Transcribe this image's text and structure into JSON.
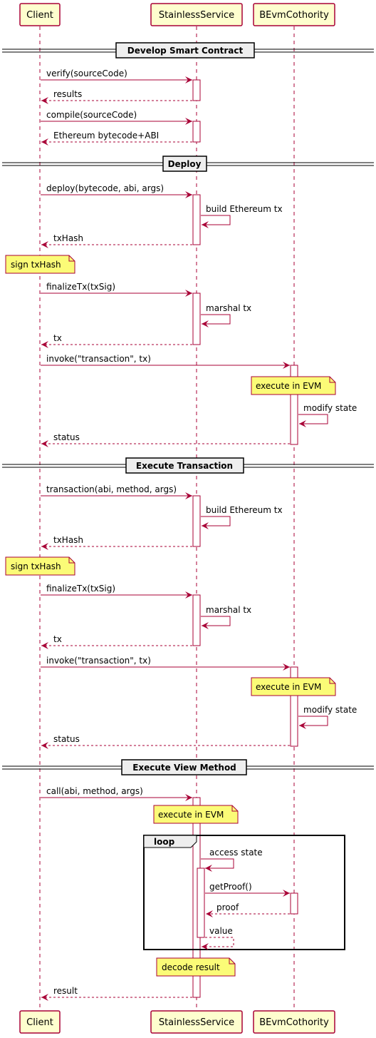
{
  "participants": [
    {
      "id": "client",
      "label": "Client"
    },
    {
      "id": "service",
      "label": "StainlessService"
    },
    {
      "id": "cothority",
      "label": "BEvmCothority"
    }
  ],
  "colors": {
    "arrow": "#a80036",
    "participant_fill": "#fefece",
    "participant_border": "#a80036",
    "note_fill": "#fbfb77",
    "lifeline": "#a80036",
    "divider_fill": "#eeeeee"
  },
  "sections": [
    {
      "id": "develop",
      "label": "Develop Smart Contract"
    },
    {
      "id": "deploy",
      "label": "Deploy"
    },
    {
      "id": "execute_tx",
      "label": "Execute Transaction"
    },
    {
      "id": "execute_view",
      "label": "Execute View Method"
    }
  ],
  "loop_label": "loop",
  "messages": {
    "verify": "verify(sourceCode)",
    "results": "results",
    "compile": "compile(sourceCode)",
    "bytecode": "Ethereum bytecode+ABI",
    "deploy": "deploy(bytecode, abi, args)",
    "build_tx_1": "build Ethereum tx",
    "txhash_1": "txHash",
    "finalize_1": "finalizeTx(txSig)",
    "marshal_1": "marshal tx",
    "tx_1": "tx",
    "invoke_1": "invoke(\"transaction\", tx)",
    "modify_1": "modify state",
    "status_1": "status",
    "transaction": "transaction(abi, method, args)",
    "build_tx_2": "build Ethereum tx",
    "txhash_2": "txHash",
    "finalize_2": "finalizeTx(txSig)",
    "marshal_2": "marshal tx",
    "tx_2": "tx",
    "invoke_2": "invoke(\"transaction\", tx)",
    "modify_2": "modify state",
    "status_2": "status",
    "call": "call(abi, method, args)",
    "access_state": "access state",
    "getproof": "getProof()",
    "proof": "proof",
    "value": "value",
    "result": "result"
  },
  "notes": {
    "sign_1": "sign txHash",
    "evm_1": "execute in EVM",
    "sign_2": "sign txHash",
    "evm_2": "execute in EVM",
    "evm_3": "execute in EVM",
    "decode": "decode result"
  }
}
